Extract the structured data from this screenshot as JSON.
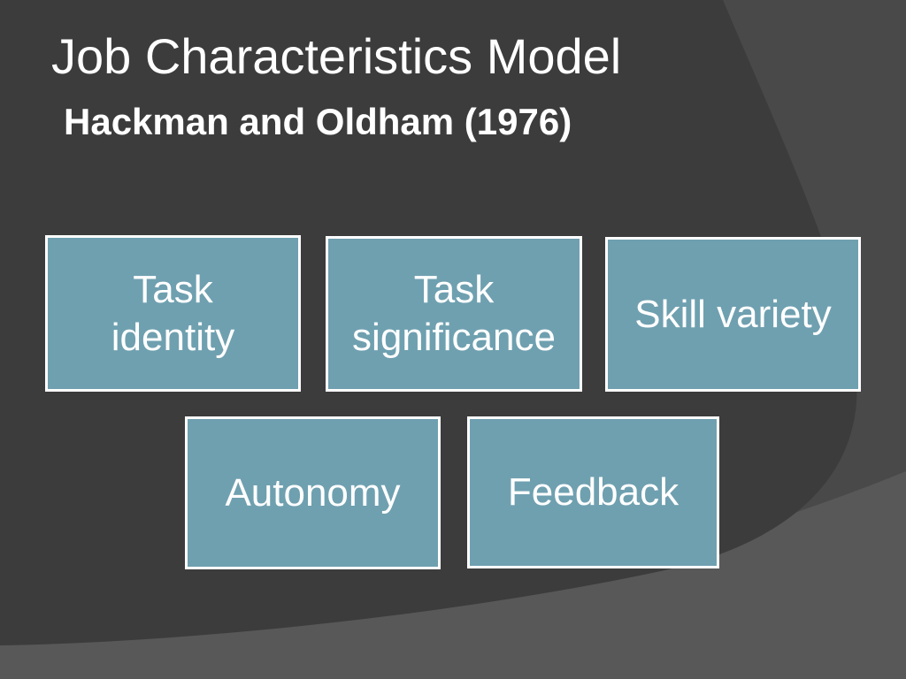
{
  "slide": {
    "title": "Job Characteristics Model",
    "subtitle": "Hackman and Oldham (1976)"
  },
  "boxes": [
    {
      "id": "task-identity",
      "label": "Task\nidentity"
    },
    {
      "id": "task-significance",
      "label": "Task\nsignificance"
    },
    {
      "id": "skill-variety",
      "label": "Skill variety"
    },
    {
      "id": "autonomy",
      "label": "Autonomy"
    },
    {
      "id": "feedback",
      "label": "Feedback"
    }
  ],
  "colors": {
    "background_dark": "#3C3C3C",
    "background_medium": "#494949",
    "background_light": "#585858",
    "box_fill": "#6FA0B0",
    "box_border": "#FFFFFF",
    "text": "#FFFFFF"
  }
}
